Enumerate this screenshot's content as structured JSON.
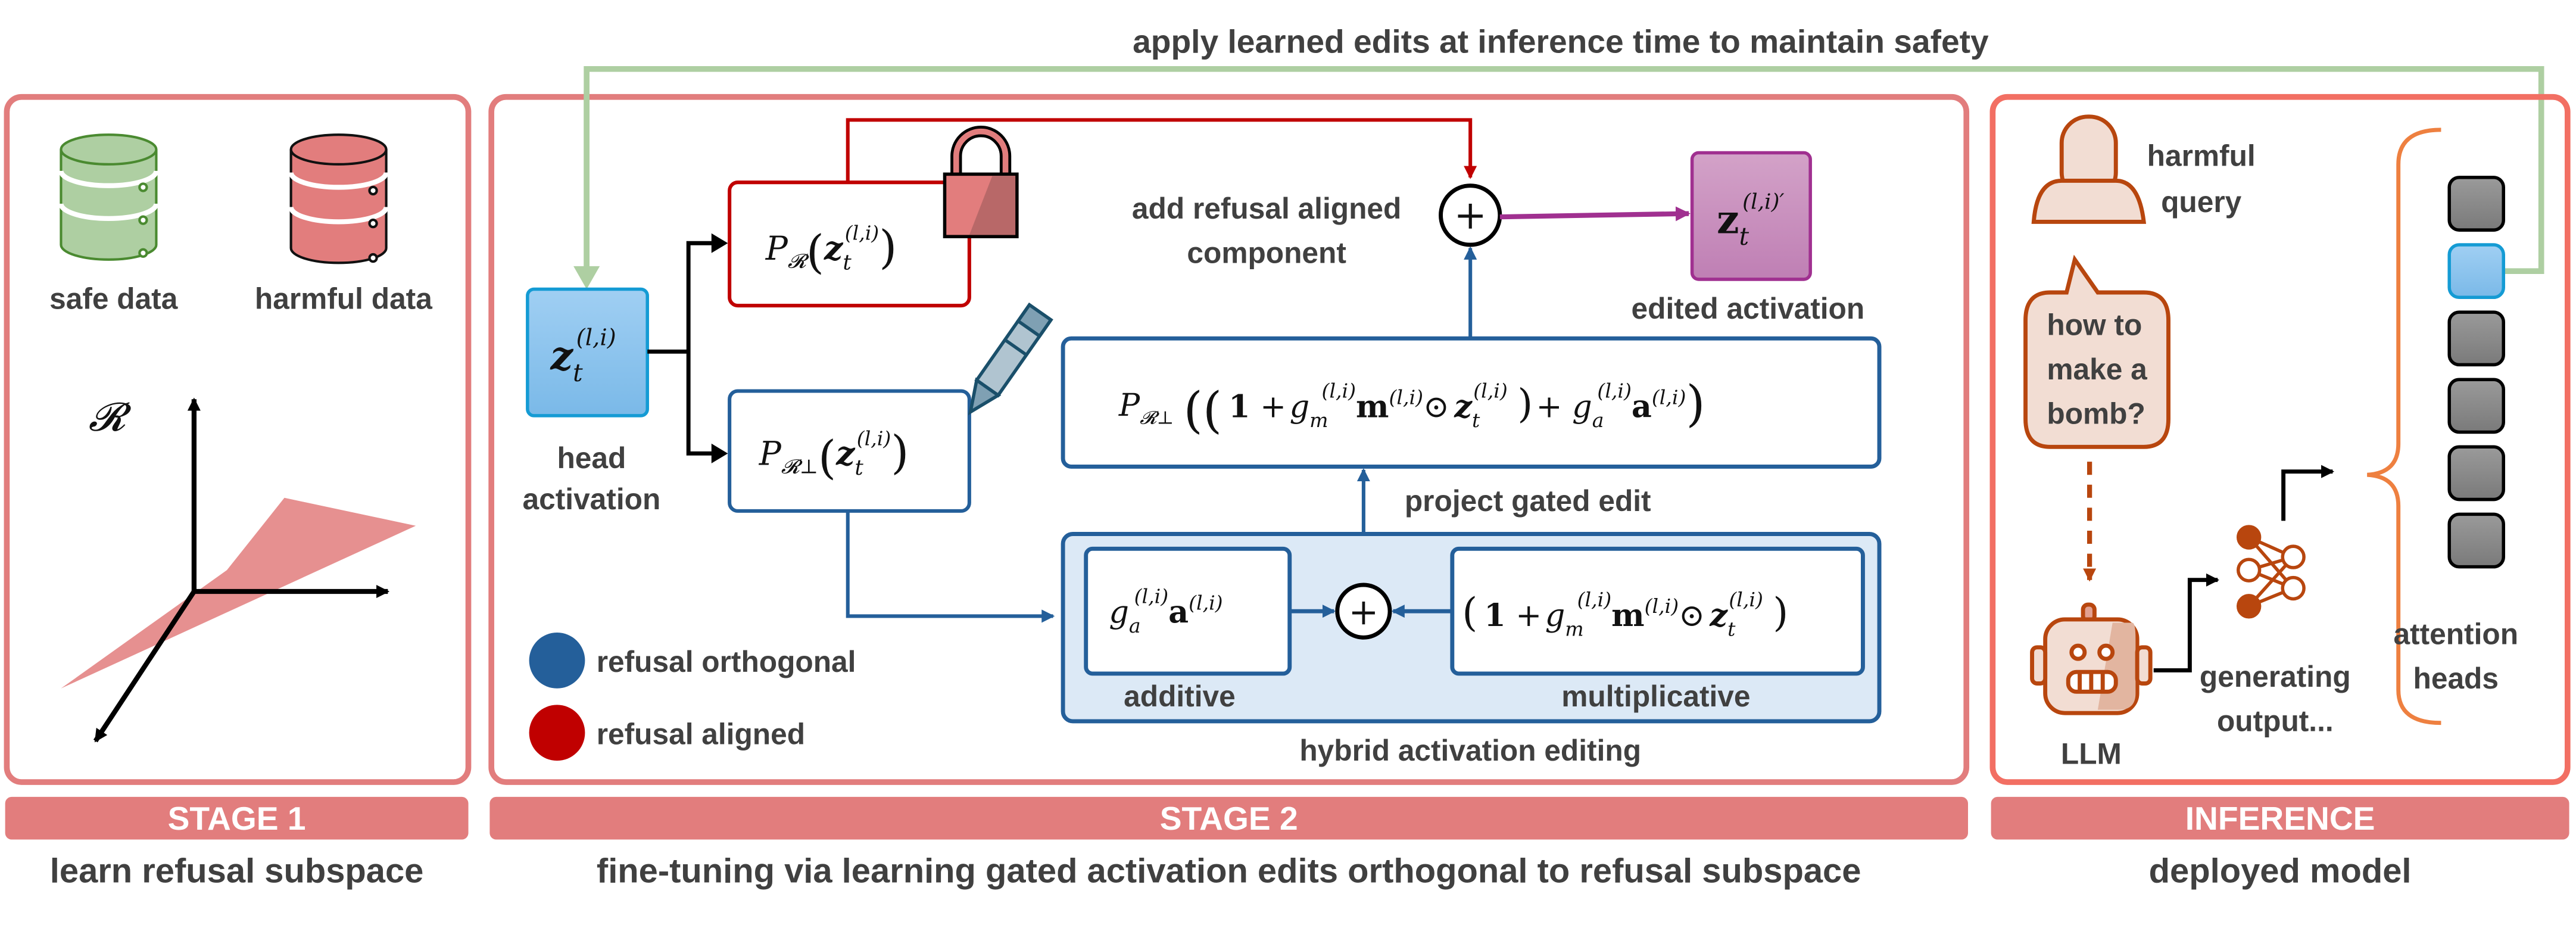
{
  "top_label": "apply learned edits at inference time to maintain safety",
  "colors": {
    "panel_border": "#e27d7d",
    "inference_border": "#f26f63",
    "bar_fill": "#e27d7d",
    "feedback_green": "#aecfa2",
    "aligned_red": "#c00000",
    "orthogonal_blue": "#245f9a",
    "activation_blue": "#8fc5ee",
    "edited_purple": "#c88cbf",
    "hybrid_bg": "#dce9f6",
    "llm_orange": "#b8460e",
    "brace_orange": "#ee8040",
    "text_gray": "#404040"
  },
  "stage1": {
    "bar_label": "STAGE 1",
    "caption": "learn refusal subspace",
    "safe_data_label": "safe data",
    "harmful_data_label": "harmful data",
    "subspace_symbol": "𝓡"
  },
  "stage2": {
    "bar_label": "STAGE 2",
    "caption": "fine-tuning via learning gated activation edits orthogonal to refusal subspace",
    "head_activation": {
      "symbol": "z",
      "sub": "t",
      "sup": "(l,i)",
      "label_line1": "head",
      "label_line2": "activation"
    },
    "aligned_box": {
      "P": "P",
      "P_sub": "𝓡",
      "arg": "z",
      "arg_sub": "t",
      "arg_sup": "(l,i)"
    },
    "orthogonal_box": {
      "P": "P",
      "P_sub": "𝓡⊥",
      "arg": "z",
      "arg_sub": "t",
      "arg_sup": "(l,i)"
    },
    "add_label_line1": "add refusal aligned",
    "add_label_line2": "component",
    "plus": "+",
    "edited": {
      "symbol": "z",
      "sub": "t",
      "sup": "(l,i)′",
      "label": "edited activation"
    },
    "projection_formula": {
      "P": "P",
      "P_sub": "𝓡⊥",
      "one": "1",
      "plus": "+",
      "gm": "g",
      "gm_sub": "m",
      "sup": "(l,i)",
      "m": "m",
      "odot": "⊙",
      "z": "z",
      "z_sub": "t",
      "plus2": "+",
      "ga": "g",
      "ga_sub": "a",
      "a": "a"
    },
    "project_label": "project gated edit",
    "additive": {
      "formula_g": "g",
      "formula_sub": "a",
      "formula_sup": "(l,i)",
      "formula_a": "a",
      "label": "additive"
    },
    "multiplicative": {
      "label": "multiplicative"
    },
    "hybrid_label": "hybrid activation editing",
    "legend": [
      {
        "label": "refusal orthogonal",
        "color": "#245f9a"
      },
      {
        "label": "refusal aligned",
        "color": "#c00000"
      }
    ]
  },
  "inference": {
    "bar_label": "INFERENCE",
    "caption": "deployed model",
    "query_label_line1": "harmful",
    "query_label_line2": "query",
    "speech_lines": [
      "how to",
      "make a",
      "bomb?"
    ],
    "llm_label": "LLM",
    "output_line1": "generating",
    "output_line2": "output...",
    "heads_label_line1": "attention",
    "heads_label_line2": "heads",
    "head_count": 6,
    "highlighted_head": 2
  }
}
